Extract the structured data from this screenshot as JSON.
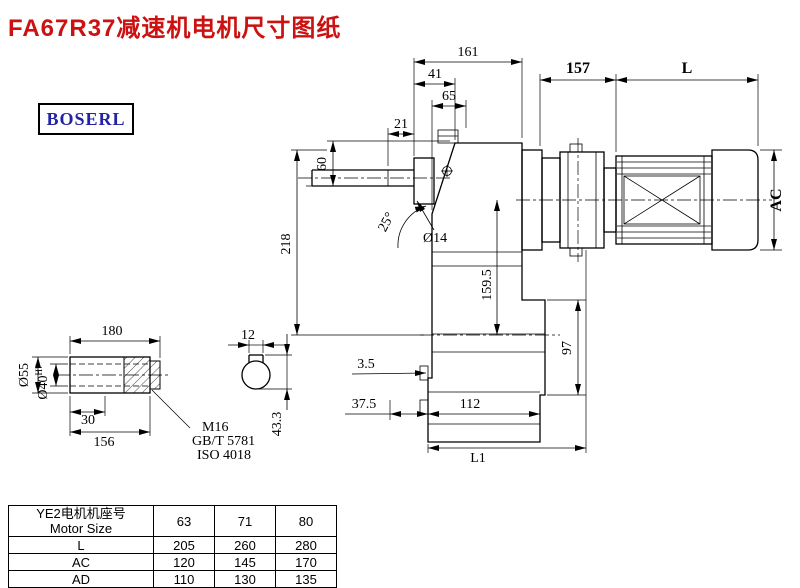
{
  "title": {
    "text": "FA67R37减速机电机尺寸图纸"
  },
  "brand": {
    "text": "BOSERL"
  },
  "colors": {
    "title_red": "#cc1111",
    "brand_blue": "#2222a4",
    "line_black": "#000000",
    "background": "#ffffff"
  },
  "main_view": {
    "dim_161": "161",
    "dim_41": "41",
    "dim_65": "65",
    "dim_21": "21",
    "dim_60": "60",
    "dim_218": "218",
    "dim_dia14": "Ø14",
    "dim_angle": "25°",
    "dim_157": "157",
    "dim_L": "L",
    "dim_AC": "AC",
    "dim_159_5": "159.5",
    "dim_97": "97",
    "dim_3_5": "3.5",
    "dim_37_5": "37.5",
    "dim_112": "112",
    "dim_L1": "L1"
  },
  "shaft_view": {
    "dim_180": "180",
    "dim_12": "12",
    "dim_dia55": "Ø55",
    "dim_dia40": "Ø40",
    "dim_dia40_sup": "H7",
    "dim_30": "30",
    "dim_156": "156",
    "thread": "M16",
    "std_gb": "GB/T 5781",
    "std_iso": "ISO 4018",
    "dim_43_3": "43.3"
  },
  "table": {
    "header_cn": "YE2电机机座号",
    "header_en": "Motor Size",
    "sizes": [
      "63",
      "71",
      "80"
    ],
    "rows": [
      {
        "label": "L",
        "values": [
          "205",
          "260",
          "280"
        ]
      },
      {
        "label": "AC",
        "values": [
          "120",
          "145",
          "170"
        ]
      },
      {
        "label": "AD",
        "values": [
          "110",
          "130",
          "135"
        ]
      }
    ]
  }
}
